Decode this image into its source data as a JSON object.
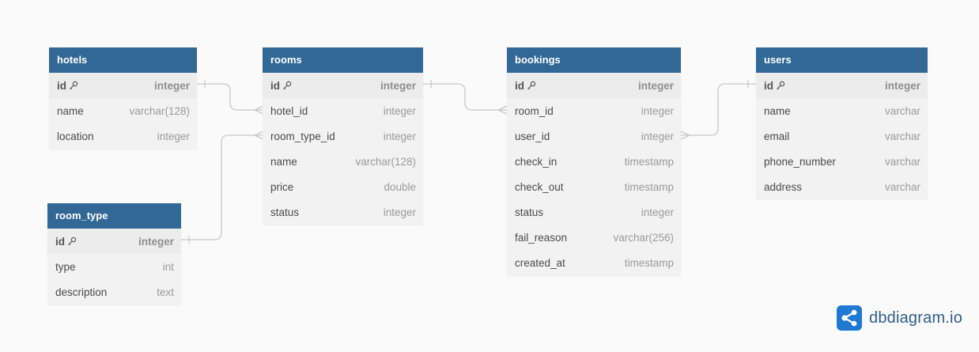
{
  "tables": {
    "hotels": {
      "title": "hotels",
      "columns": [
        {
          "name": "id",
          "type": "integer",
          "pk": true
        },
        {
          "name": "name",
          "type": "varchar(128)"
        },
        {
          "name": "location",
          "type": "integer"
        }
      ]
    },
    "rooms": {
      "title": "rooms",
      "columns": [
        {
          "name": "id",
          "type": "integer",
          "pk": true
        },
        {
          "name": "hotel_id",
          "type": "integer"
        },
        {
          "name": "room_type_id",
          "type": "integer"
        },
        {
          "name": "name",
          "type": "varchar(128)"
        },
        {
          "name": "price",
          "type": "double"
        },
        {
          "name": "status",
          "type": "integer"
        }
      ]
    },
    "bookings": {
      "title": "bookings",
      "columns": [
        {
          "name": "id",
          "type": "integer",
          "pk": true
        },
        {
          "name": "room_id",
          "type": "integer"
        },
        {
          "name": "user_id",
          "type": "integer"
        },
        {
          "name": "check_in",
          "type": "timestamp"
        },
        {
          "name": "check_out",
          "type": "timestamp"
        },
        {
          "name": "status",
          "type": "integer"
        },
        {
          "name": "fail_reason",
          "type": "varchar(256)"
        },
        {
          "name": "created_at",
          "type": "timestamp"
        }
      ]
    },
    "users": {
      "title": "users",
      "columns": [
        {
          "name": "id",
          "type": "integer",
          "pk": true
        },
        {
          "name": "name",
          "type": "varchar"
        },
        {
          "name": "email",
          "type": "varchar"
        },
        {
          "name": "phone_number",
          "type": "varchar"
        },
        {
          "name": "address",
          "type": "varchar"
        }
      ]
    },
    "room_type": {
      "title": "room_type",
      "columns": [
        {
          "name": "id",
          "type": "integer",
          "pk": true
        },
        {
          "name": "type",
          "type": "int"
        },
        {
          "name": "description",
          "type": "text"
        }
      ]
    }
  },
  "relations": [
    {
      "from": "hotels.id",
      "to": "rooms.hotel_id",
      "cardinality": "one-to-many"
    },
    {
      "from": "room_type.id",
      "to": "rooms.room_type_id",
      "cardinality": "one-to-many"
    },
    {
      "from": "rooms.id",
      "to": "bookings.room_id",
      "cardinality": "one-to-many"
    },
    {
      "from": "users.id",
      "to": "bookings.user_id",
      "cardinality": "one-to-many"
    }
  ],
  "brand": {
    "name": "dbdiagram.io",
    "icon": "dbdiagram-logo-icon"
  },
  "colors": {
    "header": "#316896",
    "body": "#f2f2f2",
    "connector": "#c8c8c8",
    "brand": "#2c5f8a"
  }
}
